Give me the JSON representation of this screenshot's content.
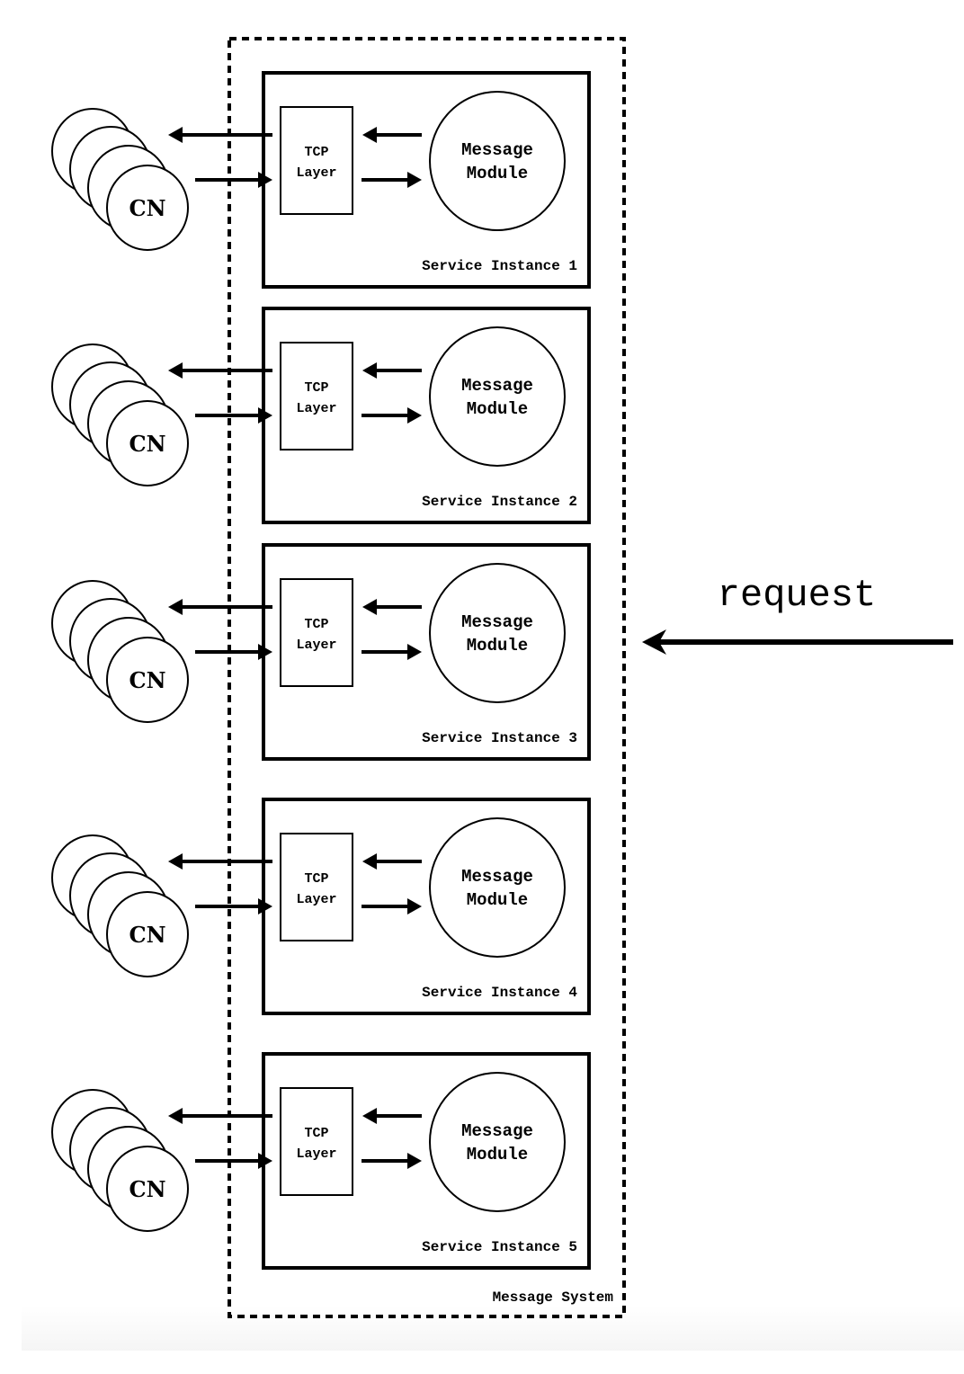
{
  "diagram": {
    "system_label": "Message System",
    "request_label": "request",
    "colors": {
      "stroke": "#000000",
      "background": "#ffffff",
      "footer_band": "#f7f7f7"
    },
    "client_label": "CN",
    "clients_per_group": 4,
    "tcp_label_line1": "TCP",
    "tcp_label_line2": "Layer",
    "module_label_line1": "Message",
    "module_label_line2": "Module",
    "instances": [
      {
        "label": "Service Instance 1"
      },
      {
        "label": "Service Instance 2"
      },
      {
        "label": "Service Instance 3"
      },
      {
        "label": "Service Instance 4"
      },
      {
        "label": "Service Instance 5"
      }
    ],
    "edges": [
      {
        "from": "request",
        "to": "Message System"
      },
      {
        "from": "CN",
        "to": "TCP Layer"
      },
      {
        "from": "TCP Layer",
        "to": "CN"
      },
      {
        "from": "TCP Layer",
        "to": "Message Module"
      },
      {
        "from": "Message Module",
        "to": "TCP Layer"
      }
    ]
  }
}
